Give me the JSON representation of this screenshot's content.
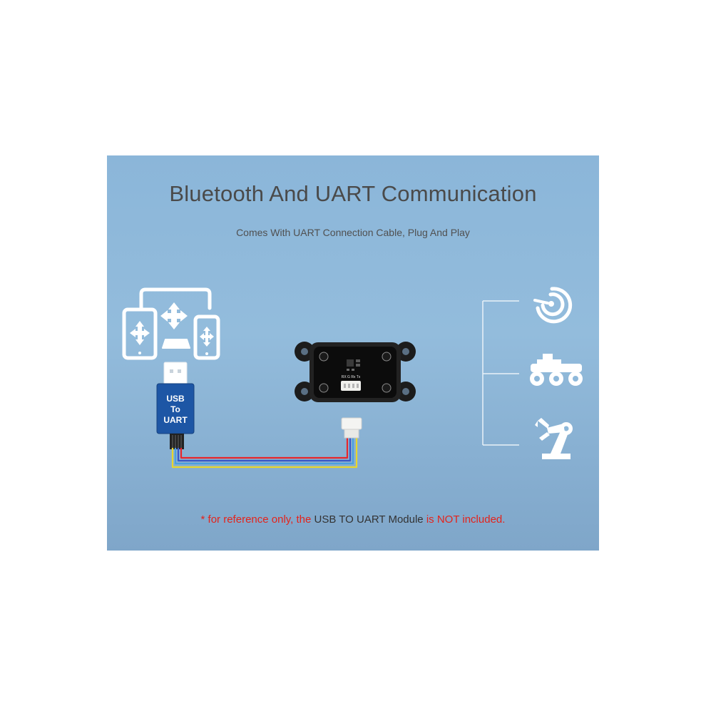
{
  "title": "Bluetooth And UART Communication",
  "subtitle": "Comes With UART Connection Cable, Plug And Play",
  "usb_module": {
    "line1": "USB",
    "line2": "To",
    "line3": "UART"
  },
  "board_silkscreen": "RX G Rx Tx",
  "note": {
    "part1": "* for reference only, the ",
    "part2": "USB TO UART Module",
    "part3": " is NOT included."
  },
  "icons": {
    "devices": "tablet-monitor-phone-icon",
    "radar": "radar-icon",
    "robot_car": "robot-car-icon",
    "robot_arm": "robot-arm-icon"
  },
  "wire_colors": [
    "#e8262b",
    "#3a56c8",
    "#4aa0e0",
    "#e8d62b"
  ],
  "note_colors": {
    "red": "#e4231b",
    "dark": "#333333"
  }
}
